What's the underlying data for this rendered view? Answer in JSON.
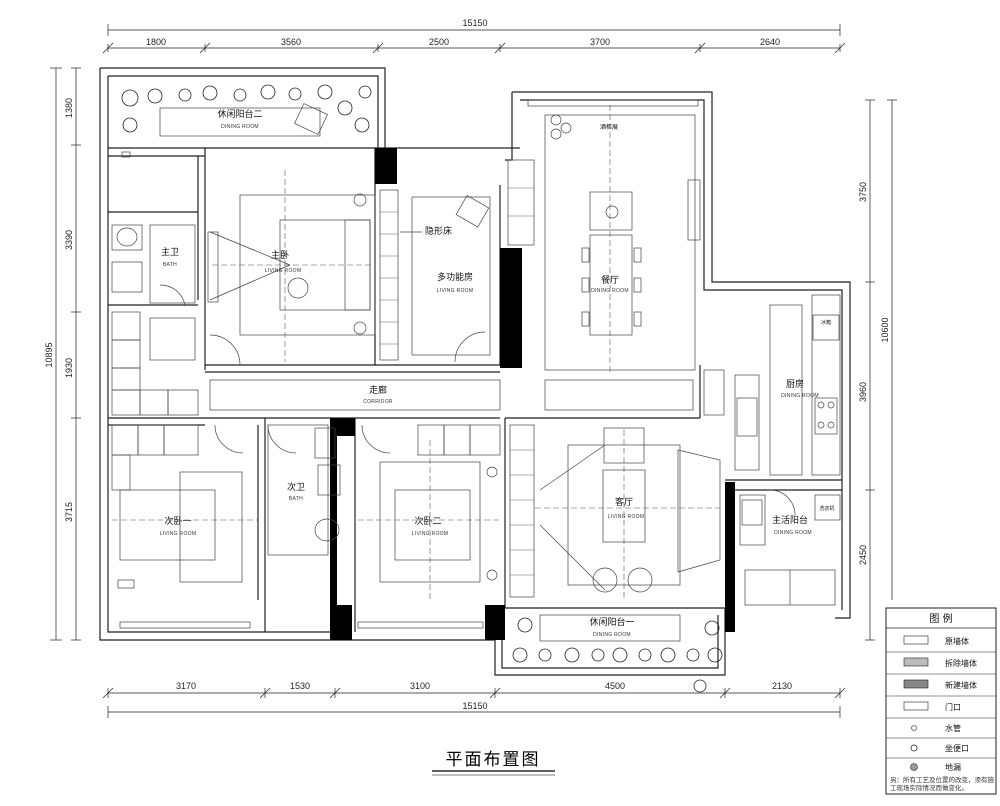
{
  "title": "平面布置图",
  "dimensions": {
    "top_total": "15150",
    "top": [
      "1800",
      "3560",
      "2500",
      "3700",
      "2640"
    ],
    "bottom_total": "15150",
    "bottom": [
      "3170",
      "1530",
      "3100",
      "4500",
      "2130"
    ],
    "left": [
      "1380",
      "3390",
      "1930",
      "3715"
    ],
    "left_total": "10895",
    "right": [
      "3750",
      "3960",
      "2450"
    ],
    "right_total": "10600"
  },
  "rooms": {
    "leisure_balcony_2": {
      "label": "休闲阳台二",
      "sub": "DINING ROOM"
    },
    "master_bedroom": {
      "label": "主卧",
      "sub": "LIVING ROOM"
    },
    "hidden_bed": {
      "label": "隐形床"
    },
    "multi_room": {
      "label": "多功能房",
      "sub": "LIVING ROOM"
    },
    "restaurant": {
      "label": "餐厅",
      "sub": "DINING ROOM"
    },
    "kitchen": {
      "label": "厨房",
      "sub": "DINING ROOM"
    },
    "master_bath": {
      "label": "主卫",
      "sub": "BATH"
    },
    "corridor": {
      "label": "走廊",
      "sub": "CORRIDOR"
    },
    "wine_cabinet": {
      "label": "酒柜展"
    },
    "second_bath": {
      "label": "次卫",
      "sub": "BATH"
    },
    "second_bed_1": {
      "label": "次卧一",
      "sub": "LIVING ROOM"
    },
    "second_bed_2": {
      "label": "次卧二",
      "sub": "LIVING ROOM"
    },
    "living_room": {
      "label": "客厅",
      "sub": "LIVING ROOM"
    },
    "master_balcony": {
      "label": "主活阳台",
      "sub": "DINING ROOM"
    },
    "leisure_balcony_1": {
      "label": "休闲阳台一",
      "sub": "DINING ROOM"
    },
    "fridge": {
      "label": "冰箱"
    },
    "washer": {
      "label": "洗衣机"
    }
  },
  "legend": {
    "title": "图  例",
    "items": [
      "原墙体",
      "拆除墙体",
      "新建墙体",
      "门口",
      "水管",
      "坐便口",
      "地漏"
    ],
    "note": "另：所有工艺及位置的改变，须有施工现场实际情况而做变化。"
  }
}
